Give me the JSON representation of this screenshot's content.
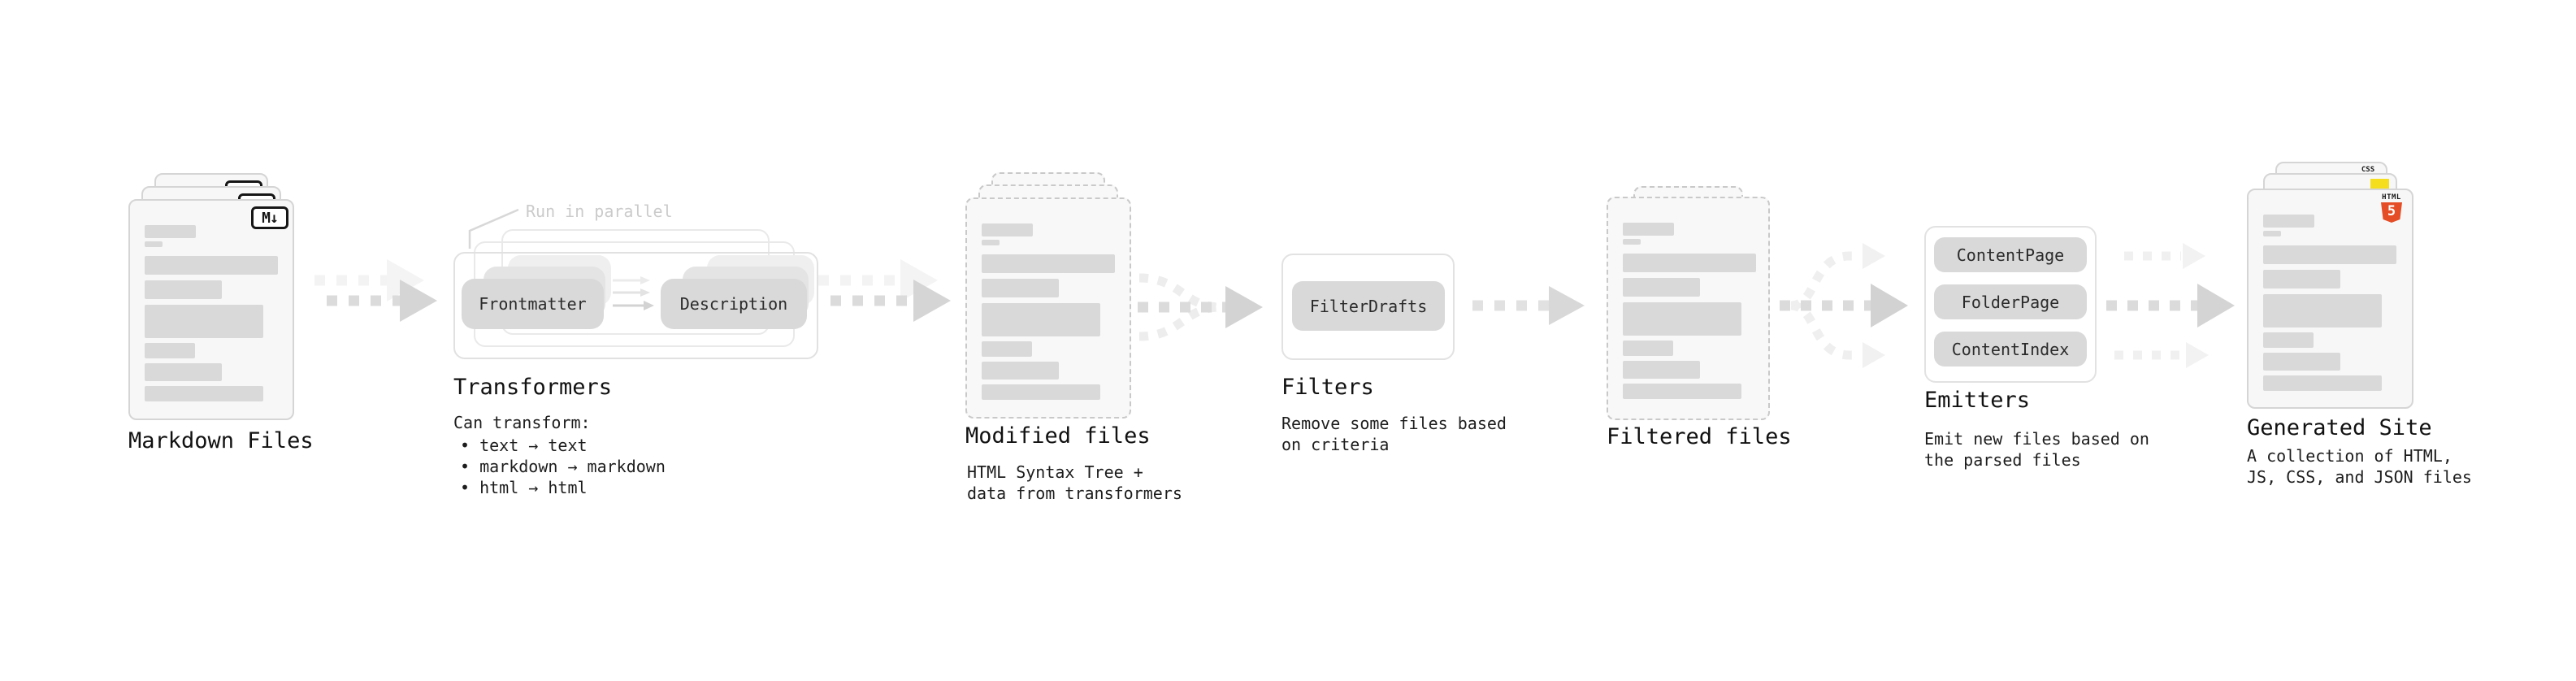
{
  "stages": {
    "markdown": {
      "label": "Markdown Files",
      "badge": "M↓"
    },
    "transformers": {
      "label": "Transformers",
      "annotation": "Run in parallel",
      "chips": [
        "Frontmatter",
        "Description"
      ],
      "desc_title": "Can transform:",
      "bullets": [
        "• text → text",
        "• markdown → markdown",
        "• html → html"
      ]
    },
    "modified": {
      "label": "Modified files",
      "desc": "HTML Syntax Tree +\ndata from transformers"
    },
    "filters": {
      "label": "Filters",
      "chips": [
        "FilterDrafts"
      ],
      "desc": "Remove some files based\non criteria"
    },
    "filtered": {
      "label": "Filtered files"
    },
    "emitters": {
      "label": "Emitters",
      "chips": [
        "ContentPage",
        "FolderPage",
        "ContentIndex"
      ],
      "desc": "Emit new files based on\nthe parsed files"
    },
    "generated": {
      "label": "Generated Site",
      "desc": "A collection of HTML,\nJS, CSS, and JSON files",
      "badges": {
        "css": "CSS",
        "html_word": "HTML",
        "html_number": "5"
      }
    }
  },
  "colors": {
    "file_fill": "#f7f7f8",
    "file_border": "#d5d5d5",
    "dashed_border": "#c9c9c9",
    "placeholder_bar": "#d9d9d9",
    "chip_fill": "#d9d9d9",
    "arrow_dark": "#d5d5d5",
    "arrow_light": "#f1f1f1",
    "annotation_gray": "#cbcbcb",
    "html5_orange": "#e44d26",
    "js_yellow": "#f5de1e",
    "css_blue": "#2f6bf2"
  }
}
